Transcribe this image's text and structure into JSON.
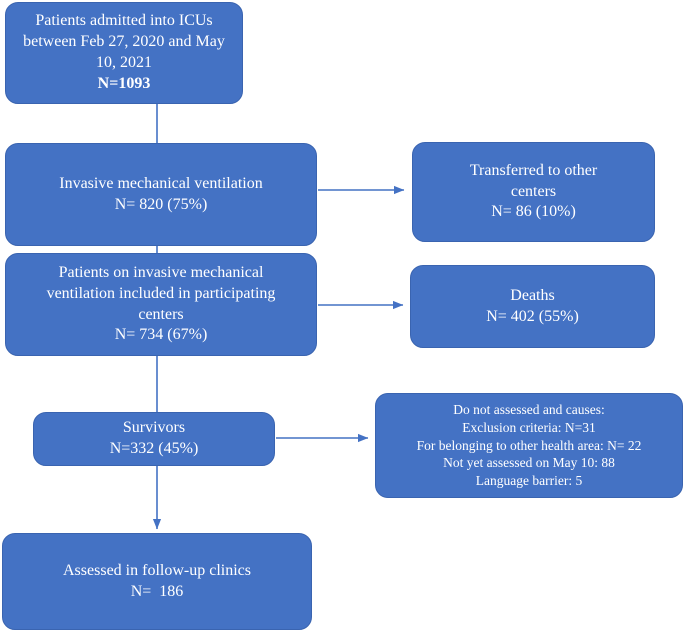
{
  "diagram": {
    "title": "Patient flow through ICU admission, invasive mechanical ventilation and follow-up",
    "accent_color": "#4472C4",
    "border_color": "#3A64B0",
    "text_color": "#FFFFFF",
    "background_color": "#FFFFFF"
  },
  "nodes": {
    "icu_admissions": {
      "name": "icu-admissions-box",
      "lines": [
        "Patients admitted into ICUs",
        "between Feb 27, 2020 and May",
        "10, 2021",
        "N=1093"
      ],
      "bold_lines": [
        3
      ],
      "count": 1093,
      "period_start": "Feb 27, 2020",
      "period_end": "May 10, 2021"
    },
    "invasive_ventilation": {
      "name": "invasive-mechanical-ventilation-box",
      "lines": [
        "Invasive mechanical ventilation",
        "N= 820 (75%)"
      ],
      "count": 820,
      "percent": 75
    },
    "transferred": {
      "name": "transferred-to-other-centers-box",
      "lines": [
        "Transferred to other",
        "centers",
        "N= 86 (10%)"
      ],
      "count": 86,
      "percent": 10
    },
    "included_participating": {
      "name": "included-in-participating-centers-box",
      "lines": [
        "Patients on invasive mechanical",
        "ventilation included in participating",
        "centers",
        "N= 734 (67%)"
      ],
      "count": 734,
      "percent": 67
    },
    "deaths": {
      "name": "deaths-box",
      "lines": [
        "Deaths",
        "N= 402 (55%)"
      ],
      "count": 402,
      "percent": 55
    },
    "survivors": {
      "name": "survivors-box",
      "lines": [
        "Survivors",
        "N=332 (45%)"
      ],
      "count": 332,
      "percent": 45
    },
    "not_assessed": {
      "name": "not-assessed-causes-box",
      "lines": [
        "Do not assessed and causes:",
        "Exclusion criteria: N=31",
        "For belonging to other health area: N= 22",
        "Not yet assessed on May 10: 88",
        "Language barrier: 5"
      ],
      "causes": [
        {
          "label": "Exclusion criteria",
          "count": 31
        },
        {
          "label": "For belonging to other health area",
          "count": 22
        },
        {
          "label": "Not yet assessed on May 10",
          "count": 88
        },
        {
          "label": "Language barrier",
          "count": 5
        }
      ]
    },
    "assessed_followup": {
      "name": "assessed-in-follow-up-clinics-box",
      "lines": [
        "Assessed in follow-up clinics",
        "N=  186"
      ],
      "count": 186
    }
  },
  "connectors": [
    {
      "name": "connector-admissions-to-ventilation",
      "kind": "line",
      "direction": "down"
    },
    {
      "name": "connector-ventilation-to-transferred",
      "kind": "arrow",
      "direction": "right"
    },
    {
      "name": "connector-ventilation-to-included",
      "kind": "line",
      "direction": "down"
    },
    {
      "name": "connector-included-to-deaths",
      "kind": "arrow",
      "direction": "right"
    },
    {
      "name": "connector-included-to-survivors",
      "kind": "line",
      "direction": "down"
    },
    {
      "name": "connector-survivors-to-not-assessed",
      "kind": "arrow",
      "direction": "right"
    },
    {
      "name": "connector-survivors-to-assessed",
      "kind": "arrow",
      "direction": "down"
    }
  ]
}
